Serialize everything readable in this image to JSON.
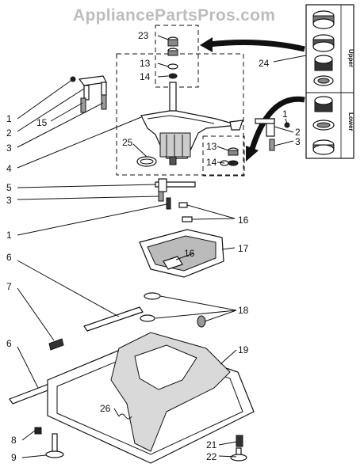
{
  "watermark": "AppliancePartsPros.com",
  "bearing_kit": {
    "upper_label": "Upper",
    "lower_label": "Lower"
  },
  "callouts": {
    "c23": "23",
    "c13a": "13",
    "c14a": "14",
    "c24": "24",
    "c1a": "1",
    "c2a": "2",
    "c15": "15",
    "c3a": "3",
    "c4": "4",
    "c25": "25",
    "c1b": "1",
    "c2b": "2",
    "c3b": "3",
    "c13b": "13",
    "c14b": "14",
    "c5": "5",
    "c3c": "3",
    "c1c": "1",
    "c16a": "16",
    "c17": "17",
    "c16b": "16",
    "c6a": "6",
    "c7": "7",
    "c18": "18",
    "c6b": "6",
    "c19": "19",
    "c26": "26",
    "c8": "8",
    "c9": "9",
    "c21": "21",
    "c22": "22"
  }
}
